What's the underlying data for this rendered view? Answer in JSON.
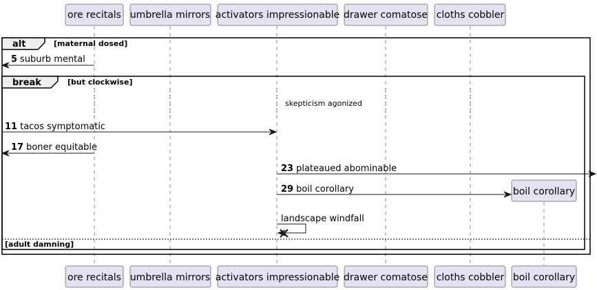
{
  "participants": {
    "p1": "ore recitals",
    "p2": "umbrella mirrors",
    "p3": "activators impressionable",
    "p4": "drawer comatose",
    "p5": "cloths cobbler",
    "p6": "boil corollary"
  },
  "fragments": {
    "alt": {
      "keyword": "alt",
      "guard": "[maternal dosed]",
      "else_guard": "[adult damning]"
    },
    "break": {
      "keyword": "break",
      "guard": "[but clockwise]"
    }
  },
  "delay_text": "skepticism agonized",
  "messages": {
    "m5": {
      "num": "5",
      "text": "suburb mental"
    },
    "m11": {
      "num": "11",
      "text": "tacos symptomatic"
    },
    "m17": {
      "num": "17",
      "text": "boner equitable"
    },
    "m23": {
      "num": "23",
      "text": "plateaued abominable"
    },
    "m29": {
      "num": "29",
      "text": "boil corollary"
    },
    "self": {
      "text": "landscape windfall"
    }
  }
}
